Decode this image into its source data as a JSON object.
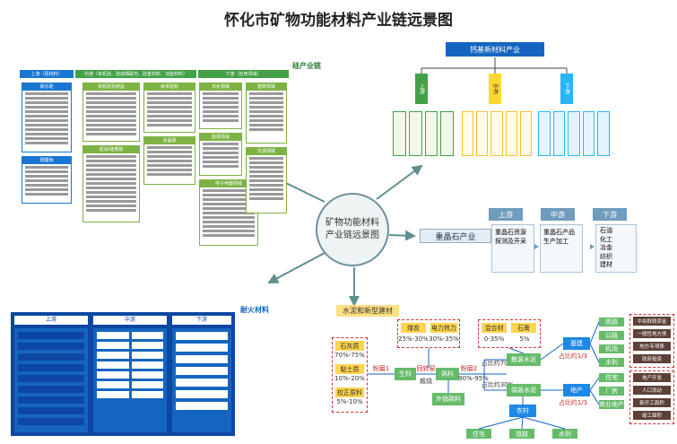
{
  "title": "怀化市矿物功能材料产业链远景图",
  "center_label": "矿物功能材料产业链远景图",
  "silicon": {
    "label": "硅产业链",
    "bands": [
      "上游（原材料）",
      "中游（有机硅、硅烷偶联剂、硅基材料、功能材料）",
      "下游（应用领域）"
    ],
    "groups": [
      "氯化硅",
      "有机硅及制品",
      "纳米硅粉",
      "日化领域",
      "建筑领域",
      "硅酸钠",
      "硅油/硅橡胶",
      "多晶硅",
      "能源领域",
      "交通领域",
      "电子电器领域"
    ]
  },
  "calcium": {
    "label": "钙基新材料产业",
    "branches": [
      "上游",
      "中游",
      "下游"
    ]
  },
  "barite": {
    "label": "重晶石产业",
    "upstream": "上游",
    "midstream": "中游",
    "downstream": "下游",
    "up_items": [
      "重晶石资源探测及开采"
    ],
    "mid_items": [
      "重晶石产品生产加工"
    ],
    "down_items": [
      "石油",
      "化工",
      "冶金",
      "纺织",
      "建材"
    ]
  },
  "refractory": {
    "label": "耐火材料",
    "upstream": "上游",
    "midstream": "中游",
    "downstream": "下游"
  },
  "cement": {
    "label": "水泥和新型建材",
    "raw": [
      {
        "name": "石灰质",
        "pct": "70%-75%"
      },
      {
        "name": "黏土质",
        "pct": "10%-20%"
      },
      {
        "name": "校正原料",
        "pct": "5%-10%"
      }
    ],
    "energy": [
      {
        "name": "煤炭",
        "pct": "25%-30%"
      },
      {
        "name": "电力热力",
        "pct": "30%-35%"
      }
    ],
    "mix": [
      {
        "name": "混合材",
        "pct": "0-35%"
      },
      {
        "name": "石膏",
        "pct": "5%"
      }
    ],
    "steps": [
      "生料",
      "熟料",
      "外销熟料",
      "散装水泥",
      "袋装水泥",
      "农村"
    ],
    "step_labels": [
      "粉磨1",
      "回转窑",
      "粉磨2"
    ],
    "kiln_note": "煅烧",
    "clinker_pct": "90%-95%",
    "share_bulk": "占比约70%",
    "share_bag": "占比约30%",
    "infra": "基建",
    "realty": "地产",
    "third": "占比约1/3",
    "infra_items": [
      "铁路",
      "公路",
      "机场",
      "水利"
    ],
    "realty_items": [
      "住宅",
      "厂房",
      "商业地产"
    ],
    "right_items_a": [
      "中央财政资金",
      "一般性地方债",
      "地方专项债",
      "政府投资"
    ],
    "right_items_b": [
      "地产开发",
      "人口流动",
      "新开工面积",
      "竣工面积"
    ],
    "bottom_items": [
      "住宅",
      "道路",
      "水利"
    ]
  }
}
